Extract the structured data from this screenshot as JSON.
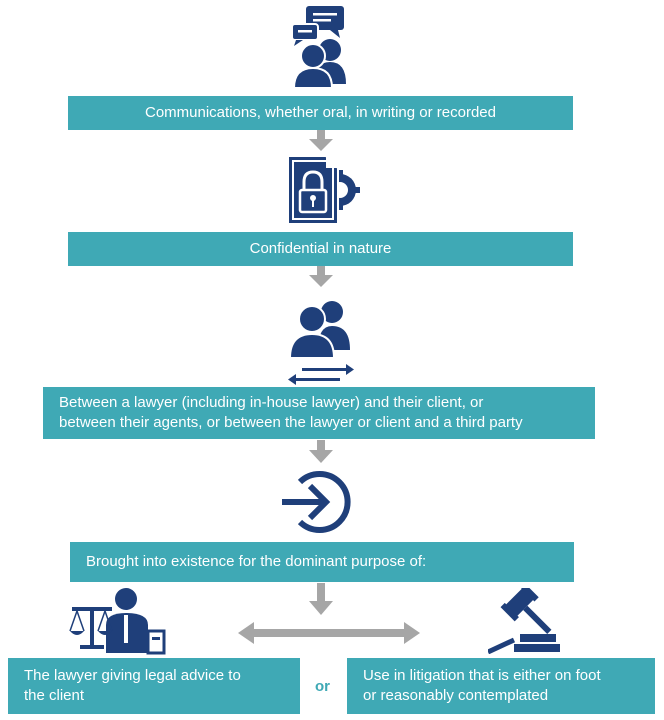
{
  "steps": [
    {
      "text": "Communications, whether oral, in writing or recorded",
      "icon": "people-chat-icon"
    },
    {
      "text": "Confidential in nature",
      "icon": "locked-document-icon"
    },
    {
      "text_lines": [
        "Between a lawyer (including in-house lawyer) and their client, or",
        "between their agents, or between the lawyer or client  and a third party"
      ],
      "icon": "group-exchange-icon"
    },
    {
      "text": "Brought into existence for the dominant purpose of:",
      "icon": "sign-in-arrow-icon"
    }
  ],
  "outcomes": {
    "left": {
      "lines": [
        "The lawyer giving legal advice to",
        "the client"
      ],
      "icon": "lawyer-scales-icon"
    },
    "right": {
      "lines": [
        "Use in litigation that is either on foot",
        "or reasonably contemplated"
      ],
      "icon": "gavel-icon"
    },
    "connector": "or"
  },
  "colors": {
    "box": "#3fa9b5",
    "icon": "#1f3f7a",
    "arrow": "#a6a6a6"
  }
}
